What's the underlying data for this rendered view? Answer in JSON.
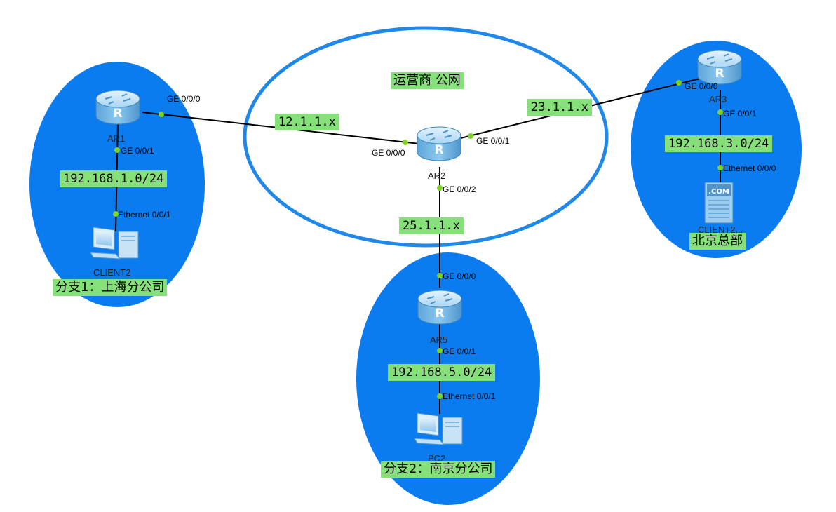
{
  "colors": {
    "site_fill": "#0b7bf0",
    "cloud_stroke": "#1f88e8",
    "link": "#000000",
    "port_dot": "#7ed321",
    "label_bg": "#86e07a"
  },
  "cloud": {
    "title": "运营商 公网"
  },
  "sites": {
    "shanghai": {
      "name": "分支1：上海分公司",
      "subnet": "192.168.1.0/24"
    },
    "beijing": {
      "name": "北京总部",
      "subnet": "192.168.3.0/24"
    },
    "nanjing": {
      "name": "分支2：南京分公司",
      "subnet": "192.168.5.0/24"
    }
  },
  "links": {
    "ar1_ar2": {
      "net": "12.1.1.x"
    },
    "ar2_ar3": {
      "net": "23.1.1.x"
    },
    "ar2_ar5": {
      "net": "25.1.1.x"
    }
  },
  "devices": {
    "ar1": {
      "name": "AR1",
      "icon": "router-icon",
      "ports": {
        "wan": "GE 0/0/0",
        "lan": "GE 0/0/1"
      }
    },
    "ar2": {
      "name": "AR2",
      "icon": "router-icon",
      "ports": {
        "p0": "GE 0/0/0",
        "p1": "GE 0/0/1",
        "p2": "GE 0/0/2"
      }
    },
    "ar3": {
      "name": "AR3",
      "icon": "router-icon",
      "ports": {
        "wan": "GE 0/0/0",
        "lan": "GE 0/0/1"
      }
    },
    "ar5": {
      "name": "AR5",
      "icon": "router-icon",
      "ports": {
        "wan": "GE 0/0/0",
        "lan": "GE 0/0/1"
      }
    },
    "client_sh": {
      "name": "CLIENT2",
      "icon": "pc-icon",
      "port": "Ethernet 0/0/1"
    },
    "client_bj": {
      "name": "CLIENT2...",
      "icon": "server-com-icon",
      "port": "Ethernet 0/0/0"
    },
    "pc_nj": {
      "name": "PC2",
      "icon": "pc-icon",
      "port": "Ethernet 0/0/1"
    }
  }
}
